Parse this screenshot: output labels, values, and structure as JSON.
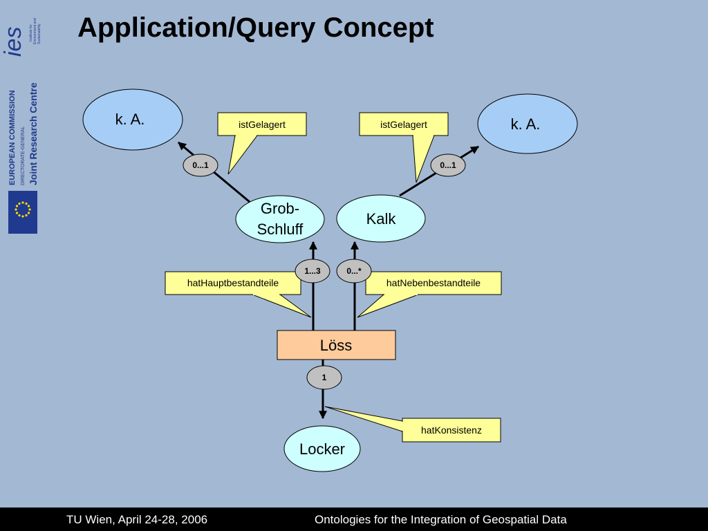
{
  "slide": {
    "title": "Application/Query Concept"
  },
  "sidebar": {
    "logo_text": "ies",
    "logo_caption": [
      "Institute for",
      "Environment and",
      "Sustainability"
    ],
    "org_line1": "EUROPEAN COMMISSION",
    "org_line2": "DIRECTORATE-GENERAL",
    "org_line3": "Joint Research Centre"
  },
  "diagram": {
    "nodes": {
      "ka_left": "k. A.",
      "ka_right": "k. A.",
      "grob_line1": "Grob-",
      "grob_line2": "Schluff",
      "kalk": "Kalk",
      "loess": "Löss",
      "locker": "Locker"
    },
    "callouts": {
      "ist_left": "istGelagert",
      "ist_right": "istGelagert",
      "haupt": "hatHauptbestandteile",
      "neben": "hatNebenbestandteile",
      "konsistenz": "hatKonsistenz"
    },
    "cardinalities": {
      "ka_left": "0...1",
      "ka_right": "0...1",
      "haupt": "1...3",
      "neben": "0...*",
      "locker": "1"
    }
  },
  "footer": {
    "left": "TU Wien, April 24-28, 2006",
    "right": "Ontologies for the Integration of Geospatial Data"
  },
  "colors": {
    "background": "#a3b8d3",
    "ellipse_blue": "#a6cdf5",
    "ellipse_cyan": "#ccfffe",
    "callout_yellow": "#ffff99",
    "box_orange": "#fecb9c",
    "badge_grey": "#c0c0c0",
    "footer": "#000000"
  }
}
